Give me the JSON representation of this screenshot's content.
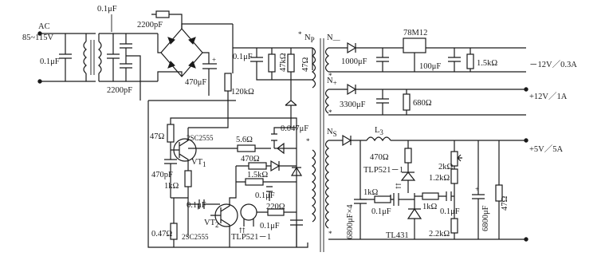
{
  "input": {
    "source": "AC",
    "voltage": "85~115V",
    "cap_top": "0.1μF",
    "cap_left": "0.1μF",
    "cap_y_top": "2200pF",
    "cap_y_bottom": "2200pF",
    "bulk_cap": "470μF"
  },
  "transformer": {
    "primary": "N",
    "primary_sub": "P",
    "secondary_1": "N",
    "secondary_1_sub": "—",
    "secondary_2": "N",
    "secondary_2_sub": "+",
    "secondary_3": "N",
    "secondary_3_sub": "S"
  },
  "primary": {
    "snubber_cap": "0.1μF",
    "snubber_r1": "47kΩ",
    "snubber_r2": "47Ω",
    "start_resistor": "120kΩ",
    "base_resistor": "47Ω",
    "q1": "2SC2555",
    "q1_label": "VT",
    "q1_sub": "1",
    "cap_470p": "470pF",
    "r_1k": "1kΩ",
    "r_56": "5.6Ω",
    "cap_047": "0.047μF",
    "r_470": "470Ω",
    "r_15k": "1.5kΩ",
    "cap_01_a": "0.1μF",
    "cap_01_b": "0.1μF",
    "r_220": "220Ω",
    "cap_01_c": "0.1μF",
    "q2": "2SC2555",
    "q2_label": "VT",
    "q2_sub": "2",
    "r_047": "0.47Ω",
    "optocoupler": "TLP521－1"
  },
  "out_neg12": {
    "regulator": "78M12",
    "cap_in": "1000μF",
    "cap_out": "100μF",
    "r_load": "1.5kΩ",
    "label": "－12V／0.3A"
  },
  "out_pos12": {
    "cap": "3300μF",
    "r_load": "680Ω",
    "label": "+12V／1A"
  },
  "out_5v": {
    "inductor": "L",
    "inductor_sub": "3",
    "cap_bank": "6800μF×4",
    "r_470": "470Ω",
    "optocoupler": "TLP521－1",
    "pot_2k": "2kΩ",
    "r_12k": "1.2kΩ",
    "r_1k_a": "1kΩ",
    "cap_01_a": "0.1μF",
    "r_1k_b": "1kΩ",
    "cap_01_b": "0.1μF",
    "r_22k": "2.2kΩ",
    "shunt_reg": "TL431",
    "cap_out": "6800μF",
    "r_load": "47Ω",
    "label": "+5V／5A"
  }
}
